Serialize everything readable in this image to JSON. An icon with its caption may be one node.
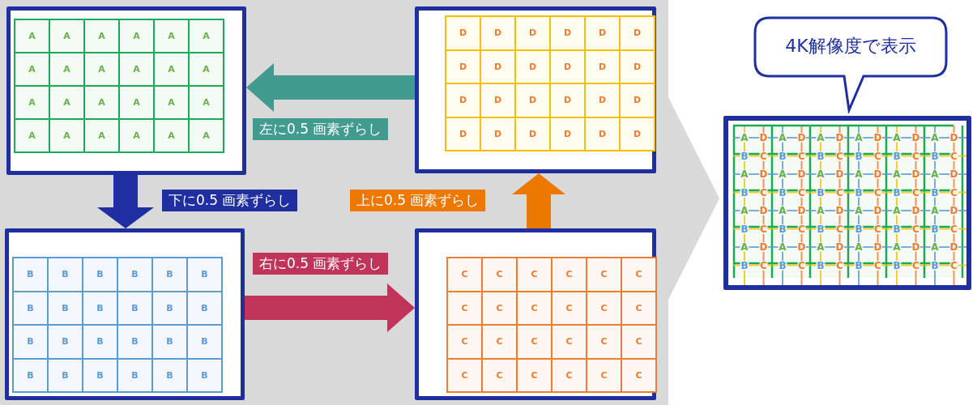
{
  "diagram": {
    "nodes": [
      {
        "text": [
          "A",
          "A",
          "A",
          "A",
          "A",
          "A",
          "A",
          "A",
          "A",
          "A",
          "A",
          "A",
          "A",
          "A",
          "A",
          "A",
          "A",
          "A",
          "A",
          "A",
          "A",
          "A",
          "A",
          "A"
        ]
      },
      {
        "text": [
          "B",
          "B",
          "B",
          "B",
          "B",
          "B",
          "B",
          "B",
          "B",
          "B",
          "B",
          "B",
          "B",
          "B",
          "B",
          "B",
          "B",
          "B",
          "B",
          "B",
          "B",
          "B",
          "B",
          "B"
        ]
      },
      {
        "text": [
          "C",
          "C",
          "C",
          "C",
          "C",
          "C",
          "C",
          "C",
          "C",
          "C",
          "C",
          "C",
          "C",
          "C",
          "C",
          "C",
          "C",
          "C",
          "C",
          "C",
          "C",
          "C",
          "C",
          "C"
        ]
      },
      {
        "text": [
          "D",
          "D",
          "D",
          "D",
          "D",
          "D",
          "D",
          "D",
          "D",
          "D",
          "D",
          "D",
          "D",
          "D",
          "D",
          "D",
          "D",
          "D",
          "D",
          "D",
          "D",
          "D",
          "D",
          "D"
        ]
      },
      {
        "text": [
          "A",
          "D",
          "A",
          "D",
          "A",
          "D",
          "A",
          "D",
          "A",
          "D",
          "A",
          "D",
          "B",
          "C",
          "B",
          "C",
          "B",
          "C",
          "B",
          "C",
          "B",
          "C",
          "B",
          "C",
          "A",
          "D",
          "A",
          "D",
          "A",
          "D",
          "A",
          "D",
          "A",
          "D",
          "A",
          "D",
          "B",
          "C",
          "B",
          "C",
          "B",
          "C",
          "B",
          "C",
          "B",
          "C",
          "B",
          "C",
          "A",
          "D",
          "A",
          "D",
          "A",
          "D",
          "A",
          "D",
          "A",
          "D",
          "A",
          "D",
          "B",
          "C",
          "B",
          "C",
          "B",
          "C",
          "B",
          "C",
          "B",
          "C",
          "B",
          "C",
          "A",
          "D",
          "A",
          "D",
          "A",
          "D",
          "A",
          "D",
          "A",
          "D",
          "A",
          "D",
          "B",
          "C",
          "B",
          "C",
          "B",
          "C",
          "B",
          "C",
          "B",
          "C",
          "B",
          "C"
        ]
      },
      {
        "text": [
          "4K解像度で表示"
        ]
      }
    ],
    "edges": [
      {
        "from": 0,
        "to": 1,
        "arrow": "to",
        "label": "下に0.5 画素ずらし",
        "color": "#1f2fa0"
      },
      {
        "from": 1,
        "to": 2,
        "arrow": "to",
        "label": "右に0.5 画素ずらし",
        "color": "#c0345a"
      },
      {
        "from": 2,
        "to": 3,
        "arrow": "to",
        "label": "上に0.5 画素ずらし",
        "color": "#ee7700"
      },
      {
        "from": 3,
        "to": 0,
        "arrow": "to",
        "label": "左に0.5 画素ずらし",
        "color": "#419b8f"
      },
      {
        "from": null,
        "to": 4,
        "arrow": "to",
        "color": "#d9d9d9"
      }
    ]
  }
}
